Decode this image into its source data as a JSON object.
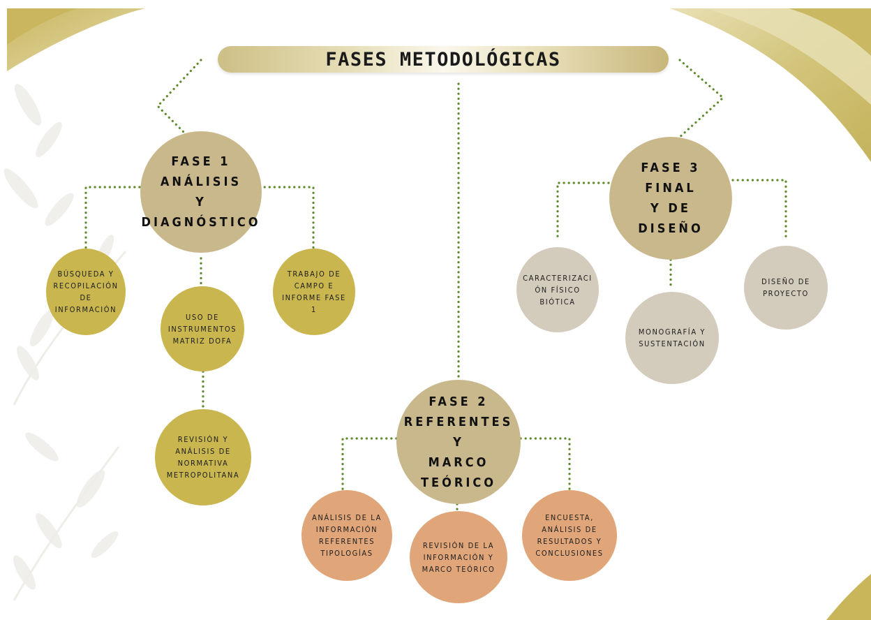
{
  "title": "FASES METODOLÓGICAS",
  "phases": {
    "fase1": "FASE 1\nANÁLISIS\nY\nDIAGNÓSTICO",
    "fase2": "FASE 2\nREFERENTES\nY\nMARCO\nTEÓRICO",
    "fase3": "FASE 3\nFINAL\nY DE\nDISEÑO"
  },
  "fase1_tasks": {
    "busqueda": "BÚSQUEDA Y\nRECOPILACIÓN\nDE\nINFORMACIÓN",
    "instrumentos": "USO DE\nINSTRUMENTOS\nMATRIZ DOFA",
    "trabajo_campo": "TRABAJO DE\nCAMPO E\nINFORME FASE\n1",
    "normativa": "REVISIÓN Y\nANÁLISIS DE\nNORMATIVA\nMETROPOLITANA"
  },
  "fase2_tasks": {
    "analisis": "ANÁLISIS DE LA\nINFORMACIÓN\nREFERENTES\nTIPOLOGÍAS",
    "revision": "REVISIÓN DE LA\nINFORMACIÓN Y\nMARCO TEÓRICO",
    "encuesta": "ENCUESTA,\nANÁLISIS DE\nRESULTADOS Y\nCONCLUSIONES"
  },
  "fase3_tasks": {
    "caracterizacion": "CARACTERIZACI\nÓN FÍSICO\nBIÓTICA",
    "monografia": "MONOGRAFÍA Y\nSUSTENTACIÓN",
    "diseno": "DISEÑO DE\nPROYECTO"
  },
  "colors": {
    "phase_fill": "#c9b88c",
    "fase1_tasks": "#c9b64e",
    "fase2_tasks": "#e0a67a",
    "fase3_tasks": "#d3cbbb",
    "connector": "#5e8a2c",
    "gold_accent": "#cdbf6e"
  }
}
